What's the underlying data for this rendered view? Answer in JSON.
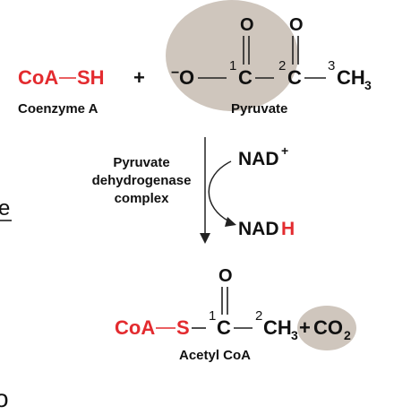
{
  "colors": {
    "accent_red": "#e32b2f",
    "highlight_oval": "#cfc6bd",
    "text": "#111111"
  },
  "reactants": {
    "coa_left": "CoA",
    "coa_right": "SH",
    "plus": "+",
    "coenzyme_a_label": "Coenzyme A",
    "pyruvate": {
      "minus_sign": "−",
      "o_left": "O",
      "c1": "C",
      "c2": "C",
      "o_top1": "O",
      "o_top2": "O",
      "num1": "1",
      "num2": "2",
      "num3": "3",
      "ch3": "CH",
      "sub3": "3",
      "label": "Pyruvate"
    }
  },
  "enzyme": {
    "line1": "Pyruvate",
    "line2": "dehydrogenase",
    "line3": "complex",
    "nad_plus": "NAD",
    "nad_plus_sup": "+",
    "nadh_nad": "NAD",
    "nadh_h": "H"
  },
  "products": {
    "coa": "CoA",
    "s": "S",
    "o_top": "O",
    "c1": "C",
    "num1": "1",
    "num2": "2",
    "ch3": "CH",
    "sub3": "3",
    "plus": "+",
    "co2_c": "CO",
    "co2_sub": "2",
    "label": "Acetyl CoA"
  },
  "cutoff_text": {
    "left_fragment_e": "e",
    "left_fragment_o": "o"
  }
}
